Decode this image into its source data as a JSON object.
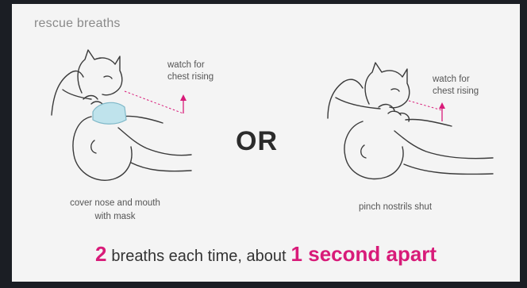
{
  "title": "rescue breaths",
  "left_panel": {
    "annotation_line1": "watch for",
    "annotation_line2": "chest rising",
    "caption_line1": "cover nose and mouth",
    "caption_line2": "with mask"
  },
  "separator": "OR",
  "right_panel": {
    "annotation_line1": "watch for",
    "annotation_line2": "chest rising",
    "caption": "pinch nostrils shut"
  },
  "instruction": {
    "count": "2",
    "middle": "breaths each time, about",
    "emphasis": "1 second apart"
  },
  "colors": {
    "accent": "#d81b79",
    "mask": "#bfe3ec",
    "line": "#3a3a3a",
    "background": "#f4f4f4"
  }
}
